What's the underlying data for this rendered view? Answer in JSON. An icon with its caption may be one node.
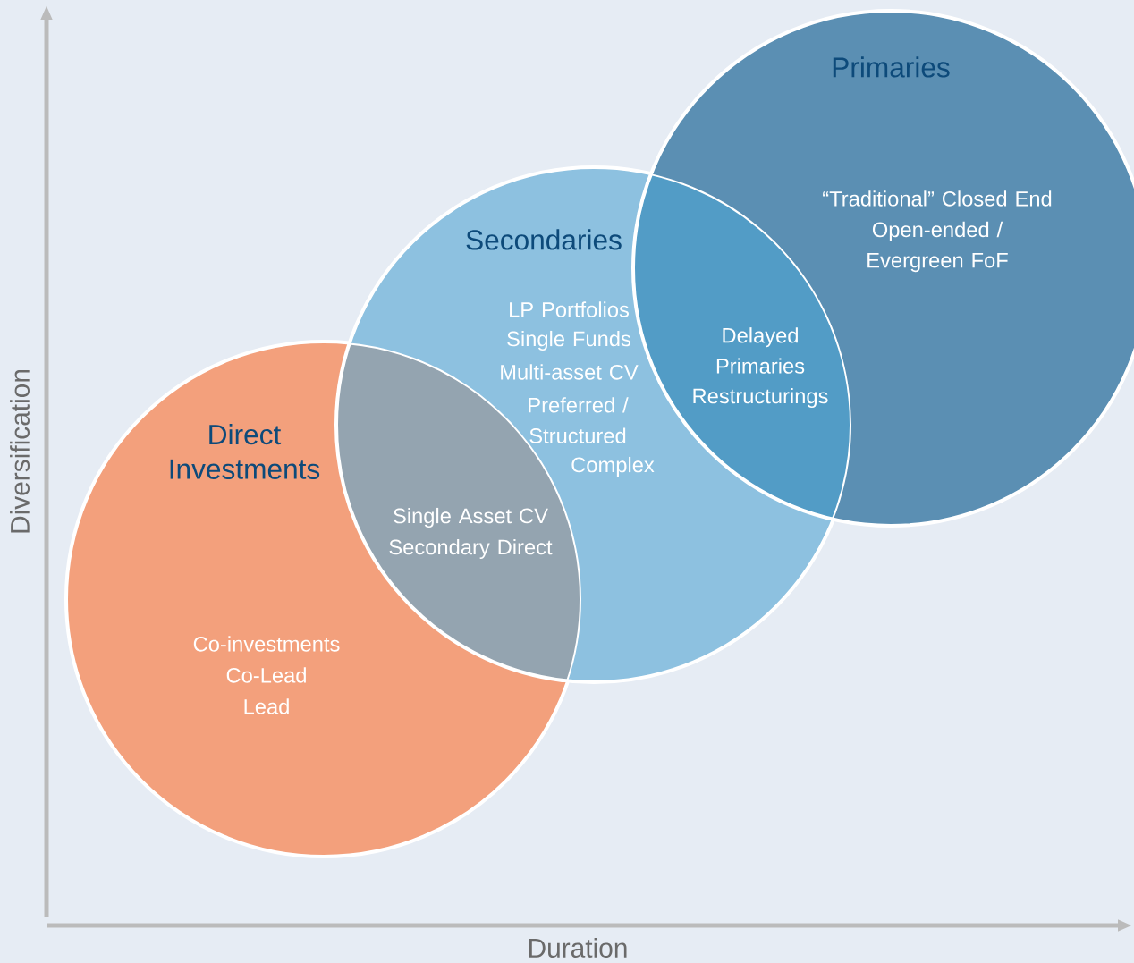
{
  "diagram": {
    "nodes": [
      {
        "text": [
          "Primaries",
          "“Traditional” Closed End",
          "Open-ended / Evergreen FoF"
        ]
      },
      {
        "text": [
          "Secondaries",
          "LP Portfolios",
          "Single Funds",
          "Multi-asset CV",
          "Preferred / Structured",
          "Complex"
        ]
      },
      {
        "text": [
          "Direct Investments",
          "Co-investments",
          "Co-Lead",
          "Lead"
        ]
      }
    ],
    "labels": [
      "Single Asset CV",
      "Secondary Direct",
      "Delayed Primaries",
      "Restructurings",
      "Diversification",
      "Duration"
    ]
  }
}
